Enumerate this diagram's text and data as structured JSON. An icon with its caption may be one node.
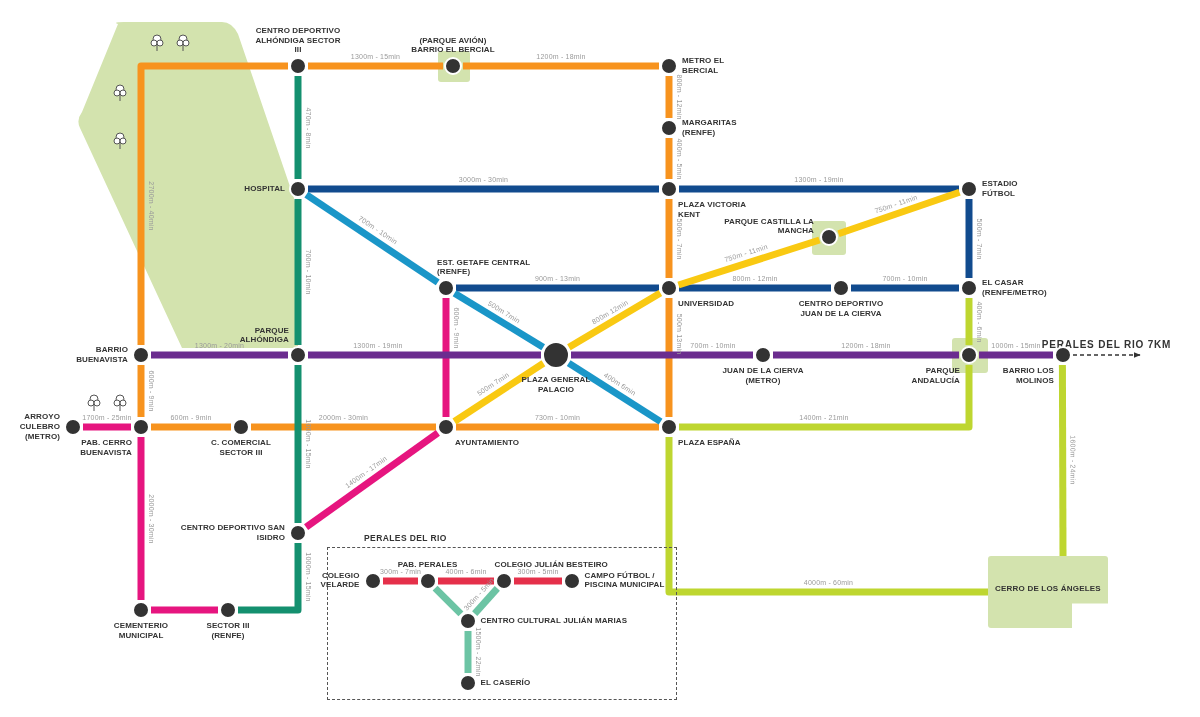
{
  "diagram": {
    "nodes": [
      {
        "text": [
          "CENTRO DEPORTIVO ALHÓNDIGA SECTOR III"
        ]
      },
      {
        "text": [
          "(PARQUE AVIÓN) BARRIO EL BERCIAL"
        ]
      },
      {
        "text": [
          "METRO EL BERCIAL"
        ]
      },
      {
        "text": [
          "MARGARITAS (RENFE)"
        ]
      },
      {
        "text": [
          "HOSPITAL"
        ]
      },
      {
        "text": [
          "PLAZA VICTORIA KENT"
        ]
      },
      {
        "text": [
          "ESTADIO FÚTBOL"
        ]
      },
      {
        "text": [
          "PARQUE CASTILLA LA MANCHA"
        ]
      },
      {
        "text": [
          "EST. GETAFE CENTRAL (RENFE)"
        ]
      },
      {
        "text": [
          "UNIVERSIDAD"
        ]
      },
      {
        "text": [
          "CENTRO DEPORTIVO JUAN DE LA CIERVA"
        ]
      },
      {
        "text": [
          "EL CASAR (RENFE/METRO)"
        ]
      },
      {
        "text": [
          "BARRIO BUENAVISTA"
        ]
      },
      {
        "text": [
          "PARQUE ALHÓNDIGA"
        ]
      },
      {
        "text": [
          "PLAZA GENERAL PALACIO"
        ]
      },
      {
        "text": [
          "JUAN DE LA CIERVA (METRO)"
        ]
      },
      {
        "text": [
          "PARQUE ANDALUCÍA"
        ]
      },
      {
        "text": [
          "BARRIO LOS MOLINOS"
        ]
      },
      {
        "text": [
          "ARROYO CULEBRO (METRO)"
        ]
      },
      {
        "text": [
          "PAB. CERRO BUENAVISTA"
        ]
      },
      {
        "text": [
          "C. COMERCIAL SECTOR III"
        ]
      },
      {
        "text": [
          "AYUNTAMIENTO"
        ]
      },
      {
        "text": [
          "PLAZA ESPAÑA"
        ]
      },
      {
        "text": [
          "CENTRO DEPORTIVO SAN ISIDRO"
        ]
      },
      {
        "text": [
          "CEMENTERIO MUNICIPAL"
        ]
      },
      {
        "text": [
          "SECTOR III (RENFE)"
        ]
      },
      {
        "text": [
          "CERRO DE LOS ÁNGELES"
        ]
      },
      {
        "text": [
          "PERALES DEL RIO"
        ]
      },
      {
        "text": [
          "COLEGIO VELARDE"
        ],
        "in": 27
      },
      {
        "text": [
          "PAB. PERALES"
        ],
        "in": 27
      },
      {
        "text": [
          "COLEGIO JULIÁN BESTEIRO"
        ],
        "in": 27
      },
      {
        "text": [
          "CAMPO FÚTBOL / PISCINA MUNICIPAL"
        ],
        "in": 27
      },
      {
        "text": [
          "CENTRO CULTURAL JULIÁN MARIAS"
        ],
        "in": 27
      },
      {
        "text": [
          "EL CASERÍO"
        ],
        "in": 27
      }
    ],
    "edges": [
      {
        "from": 0,
        "to": 1,
        "arrow": "none",
        "label": "1300m - 15min",
        "color": "#f7931e"
      },
      {
        "from": 1,
        "to": 2,
        "arrow": "none",
        "label": "1200m - 18min",
        "color": "#f7931e"
      },
      {
        "from": 2,
        "to": 3,
        "arrow": "none",
        "label": "800m - 12min",
        "color": "#f7931e"
      },
      {
        "from": 3,
        "to": 5,
        "arrow": "none",
        "label": "400m - 5min",
        "color": "#f7931e"
      },
      {
        "from": 5,
        "to": 9,
        "arrow": "none",
        "label": "500m - 7min",
        "color": "#f7931e"
      },
      {
        "from": 9,
        "to": 22,
        "arrow": "none",
        "label": "500m 13min",
        "color": "#f7931e"
      },
      {
        "from": 0,
        "to": 12,
        "arrow": "none",
        "label": "2700m - 40min",
        "color": "#f7931e"
      },
      {
        "from": 12,
        "to": 19,
        "arrow": "none",
        "label": "600m - 9min",
        "color": "#f7931e"
      },
      {
        "from": 19,
        "to": 20,
        "arrow": "none",
        "label": "600m - 9min",
        "color": "#f7931e"
      },
      {
        "from": 20,
        "to": 21,
        "arrow": "none",
        "label": "2000m - 30min",
        "color": "#f7931e"
      },
      {
        "from": 21,
        "to": 22,
        "arrow": "none",
        "label": "730m - 10min",
        "color": "#f7931e"
      },
      {
        "from": 0,
        "to": 4,
        "arrow": "none",
        "label": "470m - 8min",
        "color": "#14906f"
      },
      {
        "from": 4,
        "to": 13,
        "arrow": "none",
        "label": "700m - 10min",
        "color": "#14906f"
      },
      {
        "from": 13,
        "to": 23,
        "arrow": "none",
        "label": "1000m - 15min",
        "color": "#14906f"
      },
      {
        "from": 23,
        "to": 25,
        "arrow": "none",
        "label": "1000m - 15min",
        "color": "#14906f"
      },
      {
        "from": 18,
        "to": 19,
        "arrow": "none",
        "label": "1700m - 25min",
        "color": "#e6157f"
      },
      {
        "from": 19,
        "to": 24,
        "arrow": "none",
        "label": "2000m - 30min",
        "color": "#e6157f"
      },
      {
        "from": 24,
        "to": 25,
        "arrow": "none",
        "color": "#e6157f"
      },
      {
        "from": 8,
        "to": 21,
        "arrow": "none",
        "label": "600m - 9min",
        "color": "#e6157f"
      },
      {
        "from": 23,
        "to": 21,
        "arrow": "none",
        "label": "1400m - 17min",
        "color": "#e6157f"
      },
      {
        "from": 12,
        "to": 13,
        "arrow": "none",
        "label": "1300m - 20min",
        "color": "#6b2c8f"
      },
      {
        "from": 13,
        "to": 14,
        "arrow": "none",
        "label": "1300m - 19min",
        "color": "#6b2c8f"
      },
      {
        "from": 14,
        "to": 15,
        "arrow": "none",
        "label": "700m - 10min",
        "color": "#6b2c8f"
      },
      {
        "from": 15,
        "to": 16,
        "arrow": "none",
        "label": "1200m - 18min",
        "color": "#6b2c8f"
      },
      {
        "from": 16,
        "to": 17,
        "arrow": "none",
        "label": "1000m - 15min",
        "color": "#6b2c8f"
      },
      {
        "from": 4,
        "to": 5,
        "arrow": "none",
        "label": "3000m - 30min",
        "color": "#114b8e"
      },
      {
        "from": 5,
        "to": 6,
        "arrow": "none",
        "label": "1300m - 19min",
        "color": "#114b8e"
      },
      {
        "from": 6,
        "to": 11,
        "arrow": "none",
        "label": "500m - 7min",
        "color": "#114b8e"
      },
      {
        "from": 8,
        "to": 9,
        "arrow": "none",
        "label": "900m - 13min",
        "color": "#114b8e"
      },
      {
        "from": 9,
        "to": 10,
        "arrow": "none",
        "label": "800m - 12min",
        "color": "#114b8e"
      },
      {
        "from": 10,
        "to": 11,
        "arrow": "none",
        "label": "700m - 10min",
        "color": "#114b8e"
      },
      {
        "from": 4,
        "to": 8,
        "arrow": "none",
        "label": "700m - 10min",
        "color": "#1a96c8"
      },
      {
        "from": 8,
        "to": 14,
        "arrow": "none",
        "label": "500m 7min",
        "color": "#1a96c8"
      },
      {
        "from": 14,
        "to": 22,
        "arrow": "none",
        "label": "400m 6min",
        "color": "#1a96c8"
      },
      {
        "from": 21,
        "to": 14,
        "arrow": "none",
        "label": "500m 7min",
        "color": "#f9c912"
      },
      {
        "from": 14,
        "to": 9,
        "arrow": "none",
        "label": "800m 12min",
        "color": "#f9c912"
      },
      {
        "from": 9,
        "to": 7,
        "arrow": "none",
        "label": "750m - 11min",
        "color": "#f9c912"
      },
      {
        "from": 7,
        "to": 6,
        "arrow": "none",
        "label": "750m - 11min",
        "color": "#f9c912"
      },
      {
        "from": 11,
        "to": 16,
        "arrow": "none",
        "label": "400m - 6min",
        "color": "#bed630"
      },
      {
        "from": 16,
        "to": 22,
        "arrow": "none",
        "label": "1400m - 21min",
        "color": "#bed630"
      },
      {
        "from": 22,
        "to": 26,
        "arrow": "none",
        "label": "4000m - 60min",
        "color": "#bed630"
      },
      {
        "from": 17,
        "to": 26,
        "arrow": "none",
        "label": "1600m - 24min",
        "color": "#bed630"
      },
      {
        "from": 17,
        "to": null,
        "arrow": "to",
        "label": "PERALES DEL RIO 7KM",
        "style": "dashed",
        "color": "#333333"
      },
      {
        "from": 28,
        "to": 29,
        "arrow": "none",
        "label": "300m - 7min",
        "color": "#e5304a"
      },
      {
        "from": 29,
        "to": 30,
        "arrow": "none",
        "label": "400m - 6min",
        "color": "#e5304a"
      },
      {
        "from": 30,
        "to": 31,
        "arrow": "none",
        "label": "300m - 5min",
        "color": "#e5304a"
      },
      {
        "from": 29,
        "to": 32,
        "arrow": "none",
        "color": "#6cc4a4"
      },
      {
        "from": 30,
        "to": 32,
        "arrow": "none",
        "label": "300m - 5min",
        "color": "#6cc4a4"
      },
      {
        "from": 32,
        "to": 33,
        "arrow": "none",
        "label": "1500m - 22min",
        "color": "#6cc4a4"
      }
    ]
  }
}
